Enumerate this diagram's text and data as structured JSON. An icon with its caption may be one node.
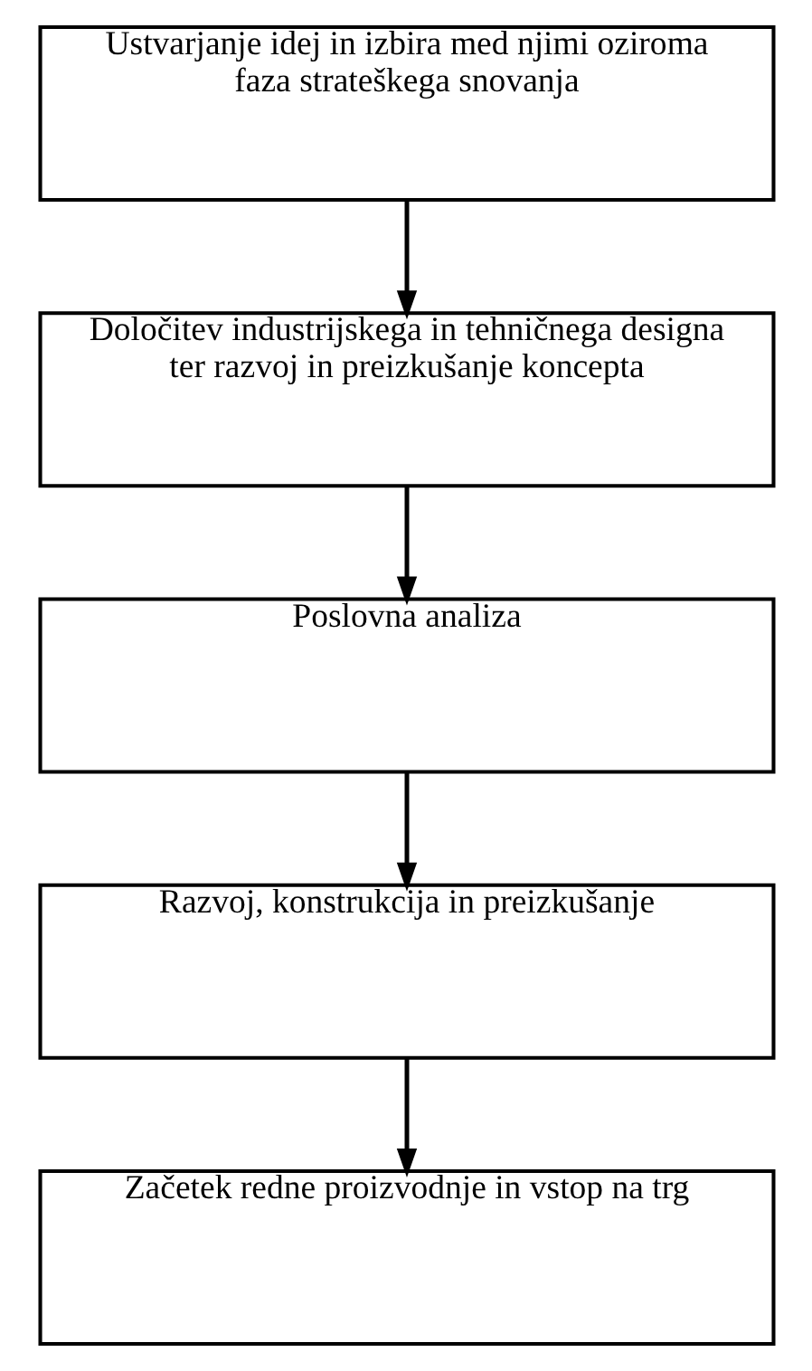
{
  "diagram": {
    "nodes": [
      {
        "text": [
          "Ustvarjanje idej in izbira med njimi oziroma faza strateškega snovanja"
        ]
      },
      {
        "text": [
          "Določitev industrijskega in tehničnega designa ter razvoj in preizkušanje koncepta"
        ]
      },
      {
        "text": [
          "Poslovna analiza"
        ]
      },
      {
        "text": [
          "Razvoj, konstrukcija in preizkušanje"
        ]
      },
      {
        "text": [
          "Začetek redne proizvodnje in vstop na trg"
        ]
      }
    ],
    "edges": [
      {
        "from": 0,
        "to": 1,
        "arrow": "to"
      },
      {
        "from": 1,
        "to": 2,
        "arrow": "to"
      },
      {
        "from": 2,
        "to": 3,
        "arrow": "to"
      },
      {
        "from": 3,
        "to": 4,
        "arrow": "to"
      }
    ]
  }
}
